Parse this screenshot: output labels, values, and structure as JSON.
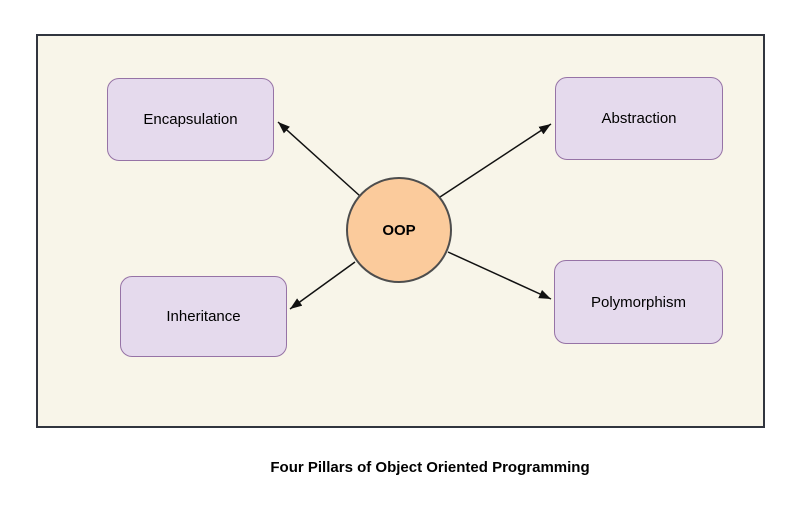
{
  "diagram": {
    "caption": "Four Pillars of Object Oriented Programming",
    "center_node": {
      "label": "OOP"
    },
    "pillars": [
      {
        "id": "encapsulation",
        "label": "Encapsulation"
      },
      {
        "id": "abstraction",
        "label": "Abstraction"
      },
      {
        "id": "inheritance",
        "label": "Inheritance"
      },
      {
        "id": "polymorphism",
        "label": "Polymorphism"
      }
    ],
    "connections": [
      {
        "from": "OOP",
        "to": "Encapsulation",
        "arrowhead": "at-target"
      },
      {
        "from": "OOP",
        "to": "Abstraction",
        "arrowhead": "at-target"
      },
      {
        "from": "OOP",
        "to": "Inheritance",
        "arrowhead": "at-target"
      },
      {
        "from": "OOP",
        "to": "Polymorphism",
        "arrowhead": "at-target"
      }
    ]
  },
  "colors": {
    "canvas-bg": "#f8f5e9",
    "canvas-border": "#31353e",
    "pillar-fill": "#e5daed",
    "pillar-border": "#9673a6",
    "center-fill": "#fbcb9c",
    "center-border": "#4d4d4d",
    "arrow": "#111111",
    "text": "#000000"
  }
}
